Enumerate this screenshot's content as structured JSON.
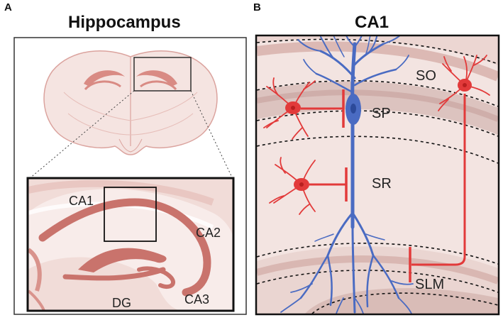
{
  "panel_a": {
    "letter": "A",
    "title": "Hippocampus",
    "labels": {
      "ca1": "CA1",
      "ca2": "CA2",
      "ca3": "CA3",
      "dg": "DG"
    }
  },
  "panel_b": {
    "letter": "B",
    "title": "CA1",
    "layers": {
      "so": "SO",
      "sp": "SP",
      "sr": "SR",
      "slm": "SLM"
    }
  },
  "colors": {
    "neuron_blue": "#4a6bc2",
    "interneuron_red": "#e23a3a",
    "hippocampus_band": "#c9736c",
    "brain_tissue": "#f5e4e1",
    "brain_outline": "#dba39e"
  }
}
